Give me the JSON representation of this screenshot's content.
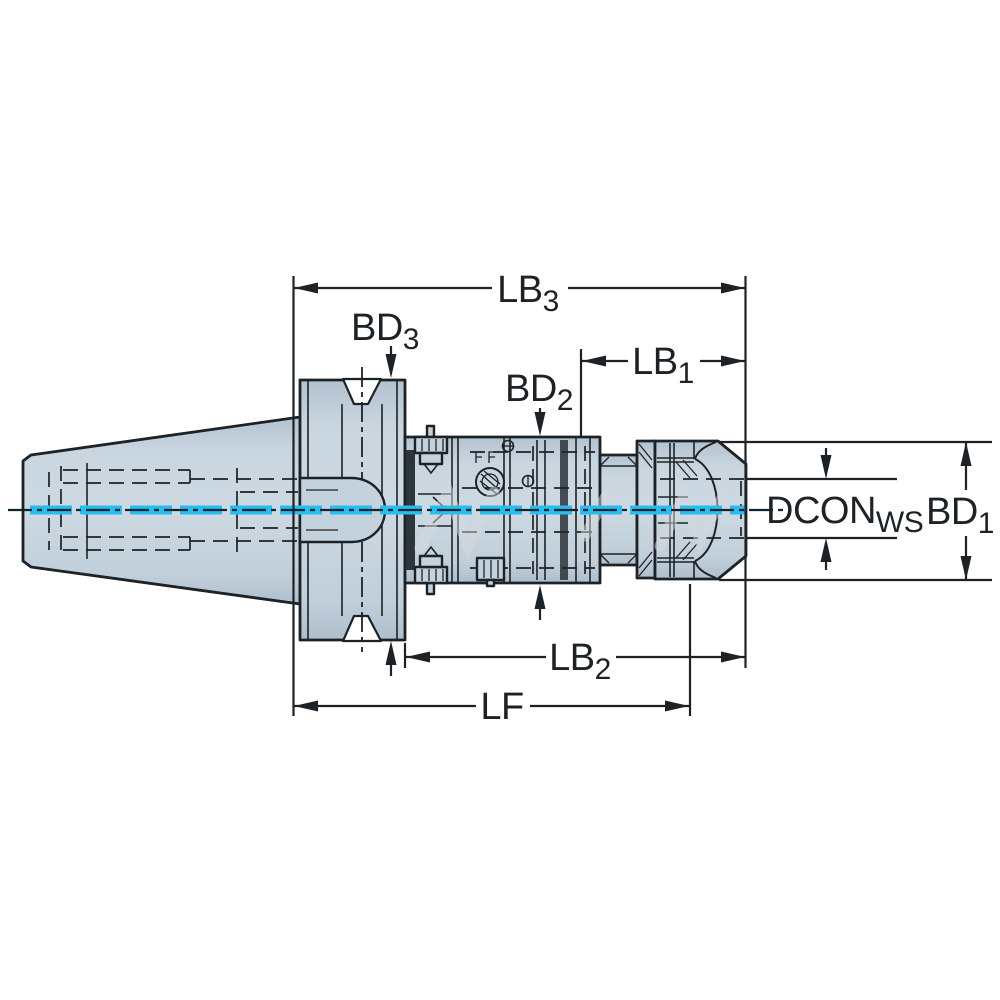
{
  "drawing": {
    "kind": "engineering-dimension-diagram",
    "subject": "collet-chuck-tool-holder-side-view"
  },
  "labels": {
    "lb3": {
      "main": "LB",
      "sub": "3"
    },
    "bd3": {
      "main": "BD",
      "sub": "3"
    },
    "bd2": {
      "main": "BD",
      "sub": "2"
    },
    "lb1": {
      "main": "LB",
      "sub": "1"
    },
    "dcon": {
      "main": "DCON",
      "sub": "WS"
    },
    "bd1": {
      "main": "BD",
      "sub": "1"
    },
    "lb2": {
      "main": "LB",
      "sub": "2"
    },
    "lf": {
      "main": "LF",
      "sub": ""
    }
  },
  "colors": {
    "line": "#1d2226",
    "body": "#c4d2dd",
    "bodyhi": "#d3dee6",
    "bodylo": "#aebfcc",
    "dark": "#2d343a",
    "cyan": "#29bdef",
    "wm": "#d5d9dc",
    "bg": "#ffffff"
  }
}
